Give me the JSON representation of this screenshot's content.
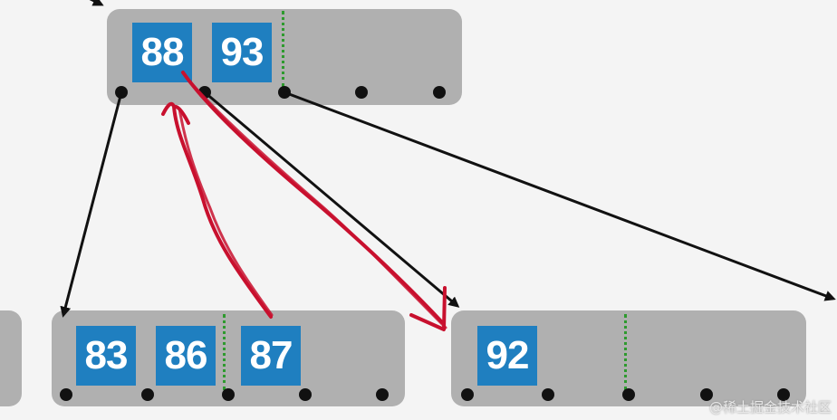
{
  "root": {
    "keys": [
      "88",
      "93"
    ]
  },
  "left_leaf": {
    "keys": [
      "83",
      "86",
      "87"
    ]
  },
  "right_leaf": {
    "keys": [
      "92"
    ]
  },
  "watermark": "@稀土掘金技术社区",
  "colors": {
    "node": "#b0b0b0",
    "key": "#1f7fc0",
    "divider": "#2e9a2e",
    "annotation": "#c8102e",
    "arrow": "#111111"
  }
}
